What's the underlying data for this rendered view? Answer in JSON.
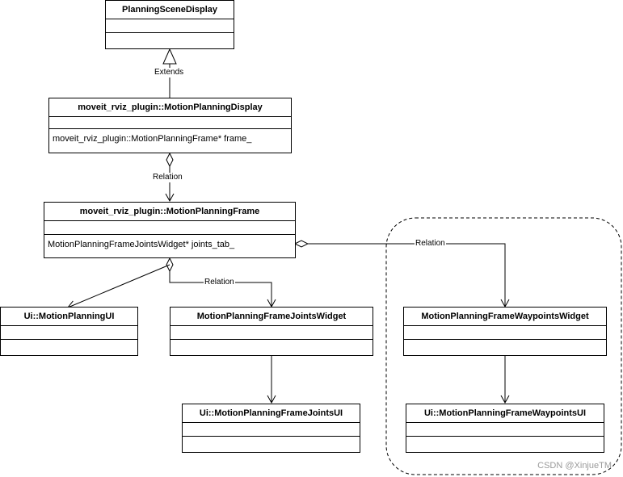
{
  "classes": {
    "planning_scene_display": {
      "name": "PlanningSceneDisplay",
      "body": ""
    },
    "motion_planning_display": {
      "name": "moveit_rviz_plugin::MotionPlanningDisplay",
      "body": "moveit_rviz_plugin::MotionPlanningFrame* frame_"
    },
    "motion_planning_frame": {
      "name": "moveit_rviz_plugin::MotionPlanningFrame",
      "body": "MotionPlanningFrameJointsWidget* joints_tab_"
    },
    "motion_planning_ui": {
      "name": "Ui::MotionPlanningUI",
      "body": ""
    },
    "joints_widget": {
      "name": "MotionPlanningFrameJointsWidget",
      "body": ""
    },
    "waypoints_widget": {
      "name": "MotionPlanningFrameWaypointsWidget",
      "body": ""
    },
    "joints_ui": {
      "name": "Ui::MotionPlanningFrameJointsUI",
      "body": ""
    },
    "waypoints_ui": {
      "name": "Ui::MotionPlanningFrameWaypointsUI",
      "body": ""
    }
  },
  "edges": {
    "extends_label": "Extends",
    "relation_display_frame": "Relation",
    "relation_frame_joints": "Relation",
    "relation_frame_waypoints": "Relation"
  },
  "watermark": "CSDN @XinjueTM",
  "colors": {
    "line": "#000000",
    "background": "#ffffff",
    "watermark": "#9a9a9a"
  }
}
